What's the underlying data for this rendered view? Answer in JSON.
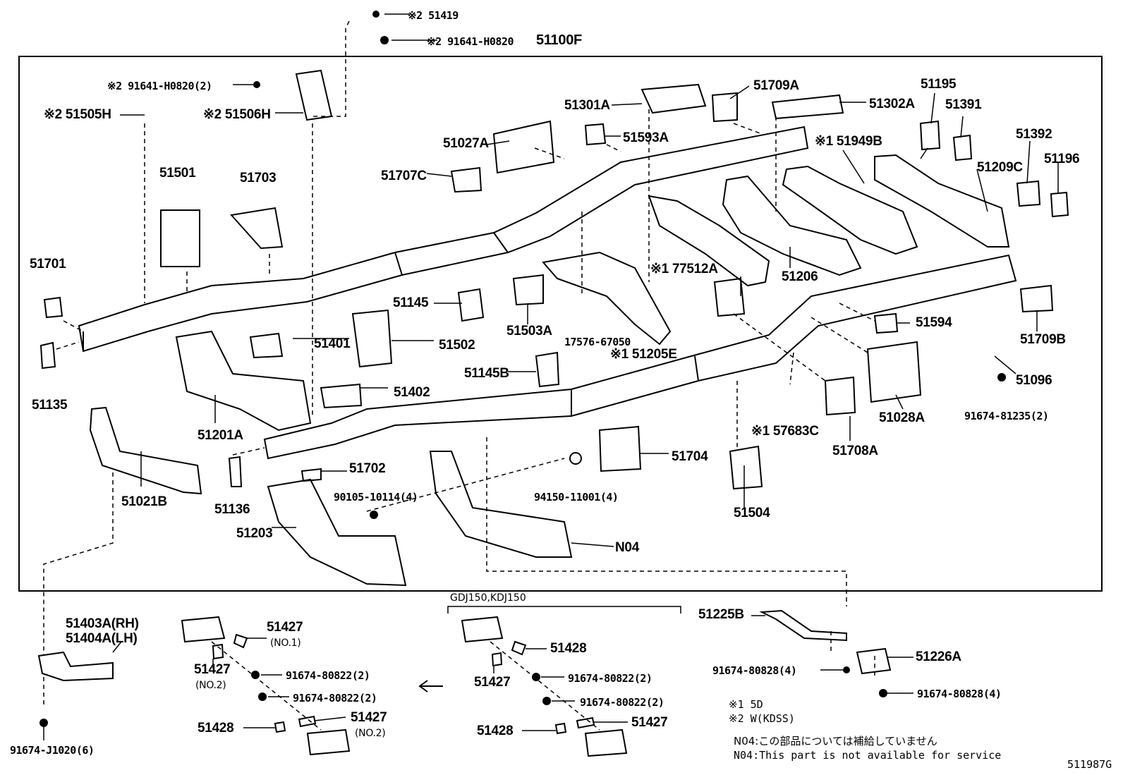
{
  "diagram_code": "511987G",
  "main_assembly": "51100F",
  "callouts": {
    "p51419": "※2 51419",
    "p91641_top": "※2 91641-H0820",
    "p91641_left": "※2 91641-H0820(2)",
    "p51505H": "※2 51505H",
    "p51506H": "※2 51506H",
    "p51501": "51501",
    "p51703": "51703",
    "p51701": "51701",
    "p51135": "51135",
    "p51401": "51401",
    "p51502": "51502",
    "p51402": "51402",
    "p51201A": "51201A",
    "p51021B": "51021B",
    "p51136": "51136",
    "p51702": "51702",
    "p51203": "51203",
    "p90105": "90105-10114(4)",
    "p94150": "94150-11001(4)",
    "pN04": "N04",
    "p51704": "51704",
    "p51504": "51504",
    "p51145": "51145",
    "p51145B": "51145B",
    "p51503A": "51503A",
    "p17576": "17576-67050",
    "p51205E": "※1 51205E",
    "p51027A": "51027A",
    "p51707C": "51707C",
    "p51301A": "51301A",
    "p51593A": "51593A",
    "p51709A": "51709A",
    "p51302A": "51302A",
    "p51949B": "※1 51949B",
    "p51195": "51195",
    "p51391": "51391",
    "p51392": "51392",
    "p51196": "51196",
    "p51209C": "51209C",
    "p51206": "51206",
    "p77512A": "※1 77512A",
    "p51594": "51594",
    "p51709B": "51709B",
    "p51096": "51096",
    "p91674_81235": "91674-81235(2)",
    "p51028A": "51028A",
    "p57683C": "※1 57683C",
    "p51708A": "51708A"
  },
  "bottom_left": {
    "p51403A": "51403A(RH)",
    "p51404A": "51404A(LH)",
    "p91674_J1020": "91674-J1020(6)"
  },
  "bottom_mid_left": {
    "p51427_no1": "51427",
    "no1": "(NO.1)",
    "p51427_no2": "51427",
    "no2": "(NO.2)",
    "p91674_80822_a": "91674-80822(2)",
    "p91674_80822_b": "91674-80822(2)",
    "p51428": "51428",
    "p51427_no2b": "51427",
    "no2b": "(NO.2)"
  },
  "bottom_mid_right": {
    "group_label": "GDJ150,KDJ150",
    "p51428_top": "51428",
    "p51427_a": "51427",
    "p91674_80822_a": "91674-80822(2)",
    "p91674_80822_b": "91674-80822(2)",
    "p51428_bot": "51428",
    "p51427_b": "51427"
  },
  "bottom_right": {
    "p51225B": "51225B",
    "p91674_80828_a": "91674-80828(4)",
    "p51226A": "51226A",
    "p91674_80828_b": "91674-80828(4)"
  },
  "notes": {
    "note1": "※1 5D",
    "note2": "※2 W(KDSS)",
    "n04_jp": "N04:この部品については補給していません",
    "n04_en": "N04:This part is not available for service"
  }
}
